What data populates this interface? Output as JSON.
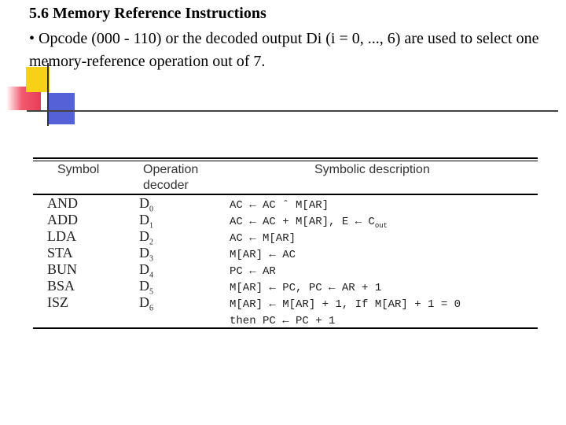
{
  "slide": {
    "title": "5.6 Memory Reference Instructions",
    "bullet": "• Opcode (000 - 110) or the decoded output Di (i = 0, ..., 6) are used to select one memory-reference operation out of 7."
  },
  "table": {
    "headers": {
      "symbol": "Symbol",
      "operation_decoder": "Operation decoder",
      "symbolic_description": "Symbolic description"
    },
    "rows": [
      {
        "symbol": "AND",
        "decoder": "D",
        "decoder_sub": "0",
        "desc": "AC ← AC ˆ M[AR]",
        "desc_sub": ""
      },
      {
        "symbol": "ADD",
        "decoder": "D",
        "decoder_sub": "1",
        "desc": "AC ← AC + M[AR], E ← C",
        "desc_sub": "out"
      },
      {
        "symbol": "LDA",
        "decoder": "D",
        "decoder_sub": "2",
        "desc": "AC ← M[AR]",
        "desc_sub": ""
      },
      {
        "symbol": "STA",
        "decoder": "D",
        "decoder_sub": "3",
        "desc": "M[AR] ← AC",
        "desc_sub": ""
      },
      {
        "symbol": "BUN",
        "decoder": "D",
        "decoder_sub": "4",
        "desc": "PC ← AR",
        "desc_sub": ""
      },
      {
        "symbol": "BSA",
        "decoder": "D",
        "decoder_sub": "5",
        "desc": "M[AR] ← PC, PC ← AR + 1",
        "desc_sub": ""
      },
      {
        "symbol": "ISZ",
        "decoder": "D",
        "decoder_sub": "6",
        "desc": "M[AR] ← M[AR] + 1, If M[AR] + 1 = 0",
        "desc_sub": ""
      },
      {
        "symbol": "",
        "decoder": "",
        "decoder_sub": "",
        "desc": "then PC ← PC + 1",
        "desc_sub": ""
      }
    ]
  }
}
